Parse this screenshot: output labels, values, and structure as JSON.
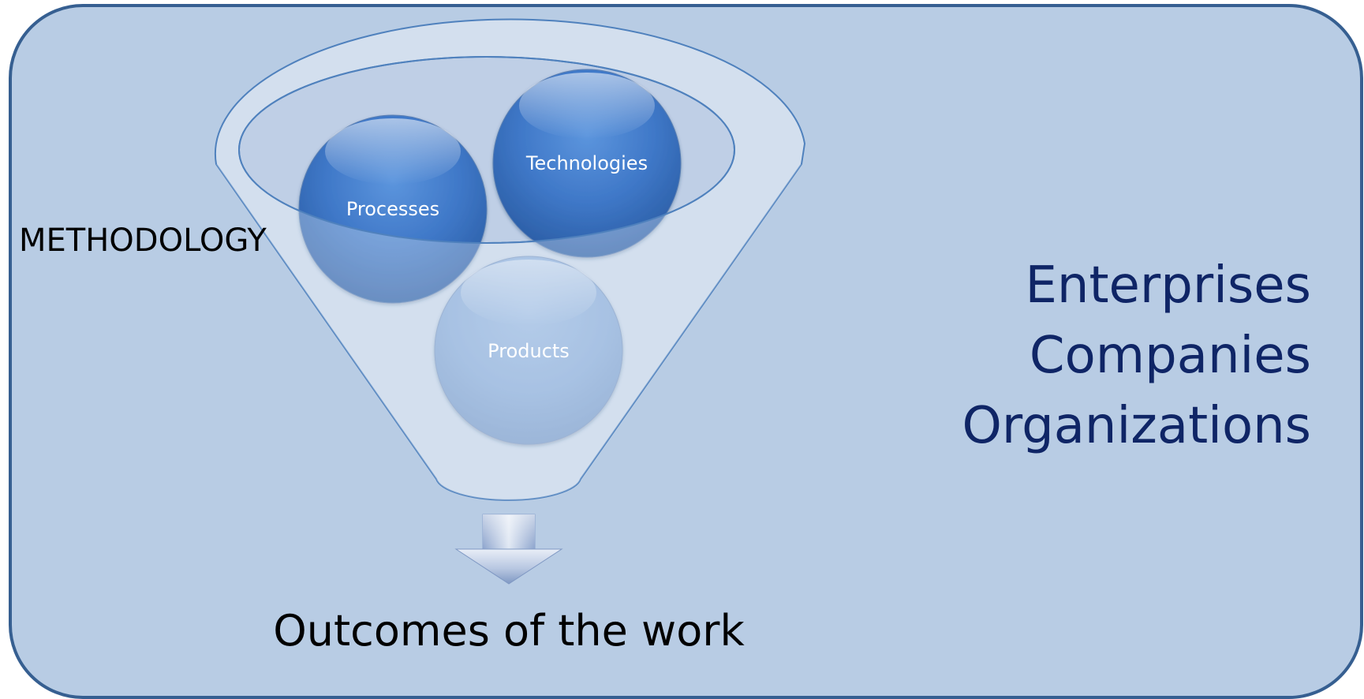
{
  "colors": {
    "background": "#b8cce4",
    "border": "#365f91",
    "funnel_fill": "#d3dfee",
    "funnel_stroke": "#4f81bd",
    "circle_dark": "#3f78c8",
    "circle_light": "#8eb0dc",
    "entity_text": "#0f2566",
    "label_text": "#000000"
  },
  "diagram": {
    "methodology_label": "METHODOLOGY",
    "outcome_label": "Outcomes of the work",
    "circles": [
      {
        "label": "Processes",
        "icon": "circle-node"
      },
      {
        "label": "Technologies",
        "icon": "circle-node"
      },
      {
        "label": "Products",
        "icon": "circle-node"
      }
    ],
    "arrow_icon": "down-arrow-icon",
    "funnel_icon": "funnel-icon",
    "entities": [
      "Enterprises",
      "Companies",
      "Organizations"
    ]
  }
}
